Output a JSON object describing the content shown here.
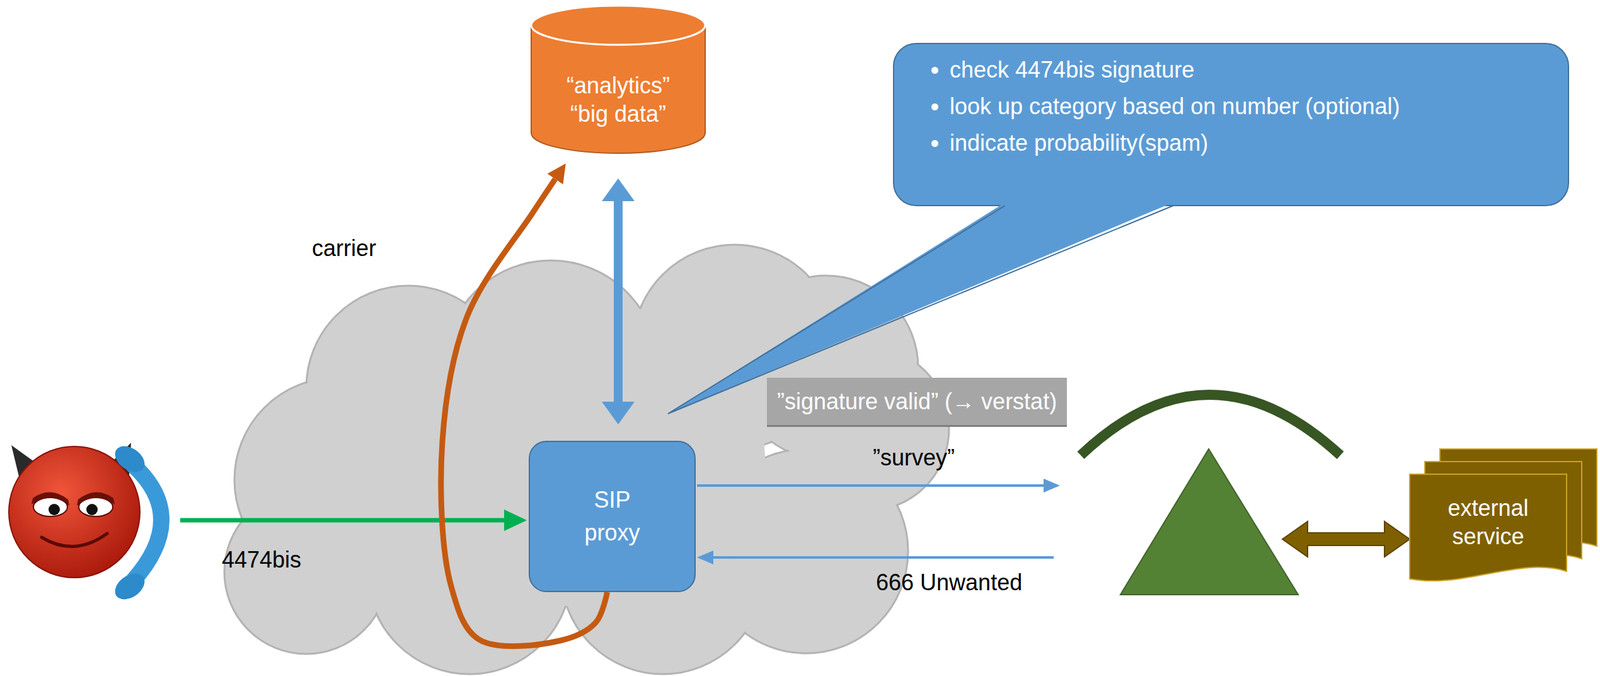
{
  "diagram": {
    "nodes": [
      {
        "text": [
          "“analytics” “big data”"
        ]
      },
      {
        "text": [
          "check 4474bis signature",
          "look up category based on number (optional)",
          "indicate probability(spam)"
        ]
      },
      {
        "text": [
          "”signature valid” (→ verstat)"
        ]
      },
      {
        "text": [
          "SIP proxy"
        ]
      },
      {
        "text": [
          "external service"
        ]
      }
    ],
    "edges": [
      {
        "from": 3,
        "to": 0,
        "arrow": "to"
      },
      {
        "from": 0,
        "to": 3,
        "arrow": "both"
      }
    ],
    "labels": [
      "carrier",
      "4474bis",
      "”survey”",
      "666 Unwanted"
    ]
  }
}
